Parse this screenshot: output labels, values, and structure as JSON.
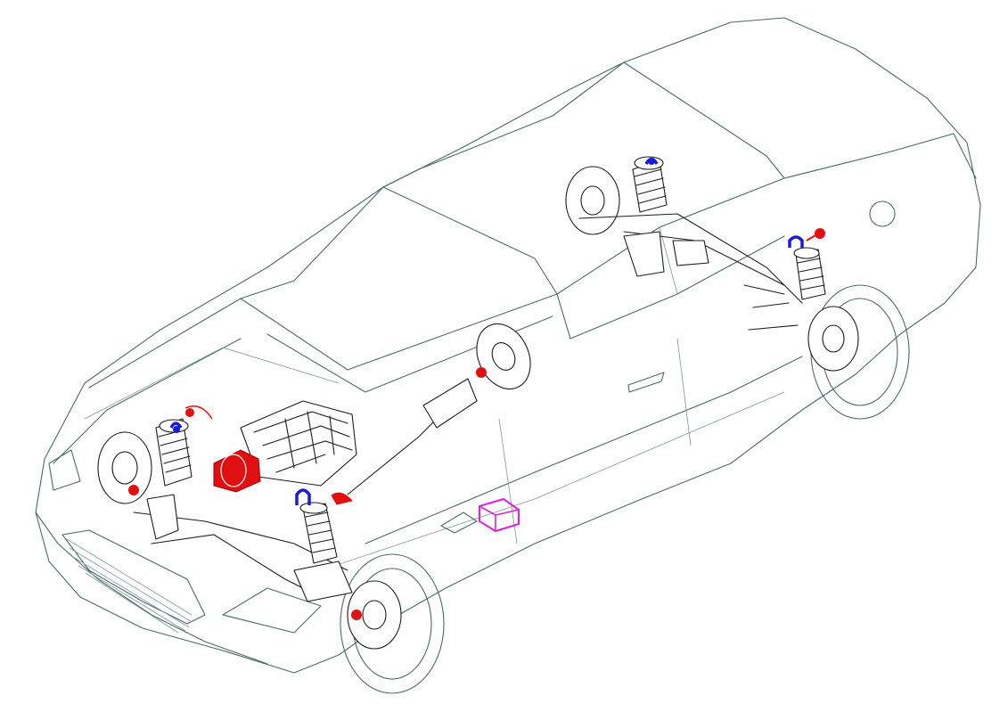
{
  "colors": {
    "body_outline": "#4a6b66",
    "mechanical": "#1d1d1d",
    "highlight_red": "#e01010",
    "highlight_blue": "#1a1adf",
    "highlight_magenta": "#e020e0",
    "background": "#ffffff"
  },
  "icons": {
    "front_left_suspension_mount": "blue-mount-marker",
    "front_right_suspension_mount": "blue-mount-marker",
    "rear_left_suspension_mount": "blue-mount-marker",
    "rear_right_suspension_mount": "blue-mount-marker",
    "front_left_sensor": "red-sensor-marker",
    "front_right_sensor": "red-sensor-marker",
    "rear_right_sensor": "red-sensor-marker",
    "steering_sensor": "red-sensor-marker",
    "engine_component": "red-component",
    "control_unit": "magenta-control-unit"
  }
}
